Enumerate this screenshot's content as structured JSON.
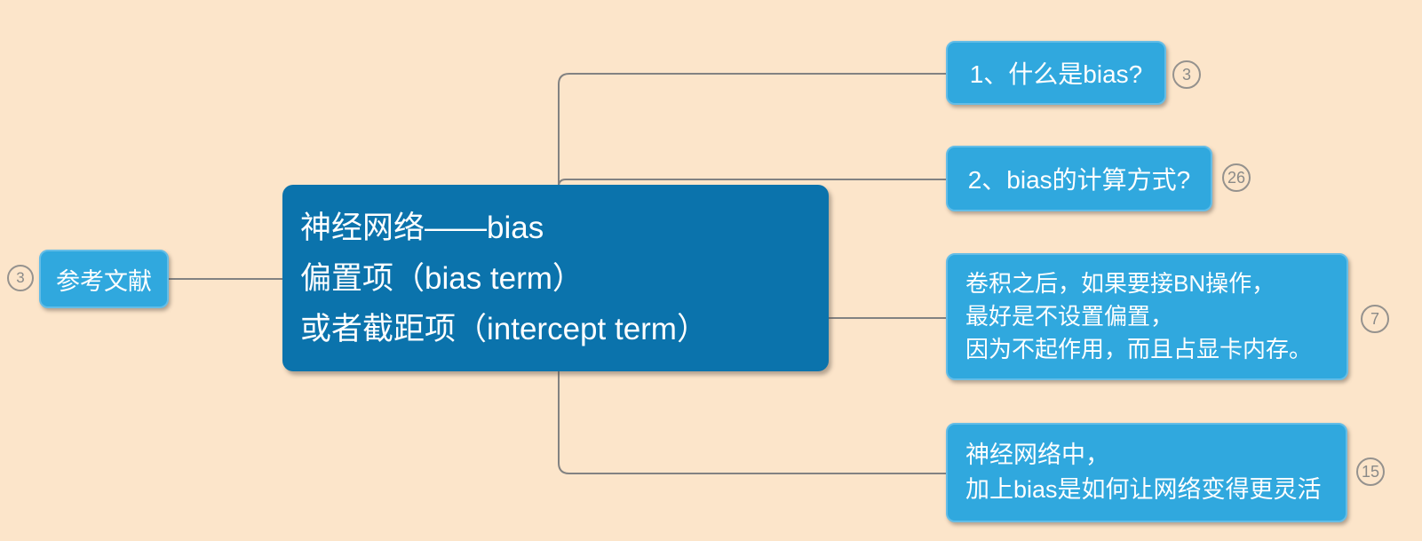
{
  "colors": {
    "background": "#fce5ca",
    "root_fill": "#0b73ac",
    "subtopic_fill": "#30a8de",
    "subtopic_border": "#64bde7",
    "connector": "#828282",
    "badge_gray": "#8a8a88",
    "text": "#ffffff"
  },
  "left_branch": {
    "badge": "3",
    "label": "参考文献"
  },
  "root": {
    "lines": [
      "神经网络——bias",
      "偏置项（bias term）",
      "或者截距项（intercept term）"
    ]
  },
  "branches": [
    {
      "badge": "3",
      "label_lines": [
        "1、什么是bias?"
      ]
    },
    {
      "badge": "26",
      "label_lines": [
        "2、bias的计算方式?"
      ]
    },
    {
      "badge": "7",
      "label_lines": [
        "卷积之后，如果要接BN操作，",
        "最好是不设置偏置，",
        "因为不起作用，而且占显卡内存。"
      ]
    },
    {
      "badge": "15",
      "label_lines": [
        "神经网络中，",
        "加上bias是如何让网络变得更灵活"
      ]
    }
  ]
}
